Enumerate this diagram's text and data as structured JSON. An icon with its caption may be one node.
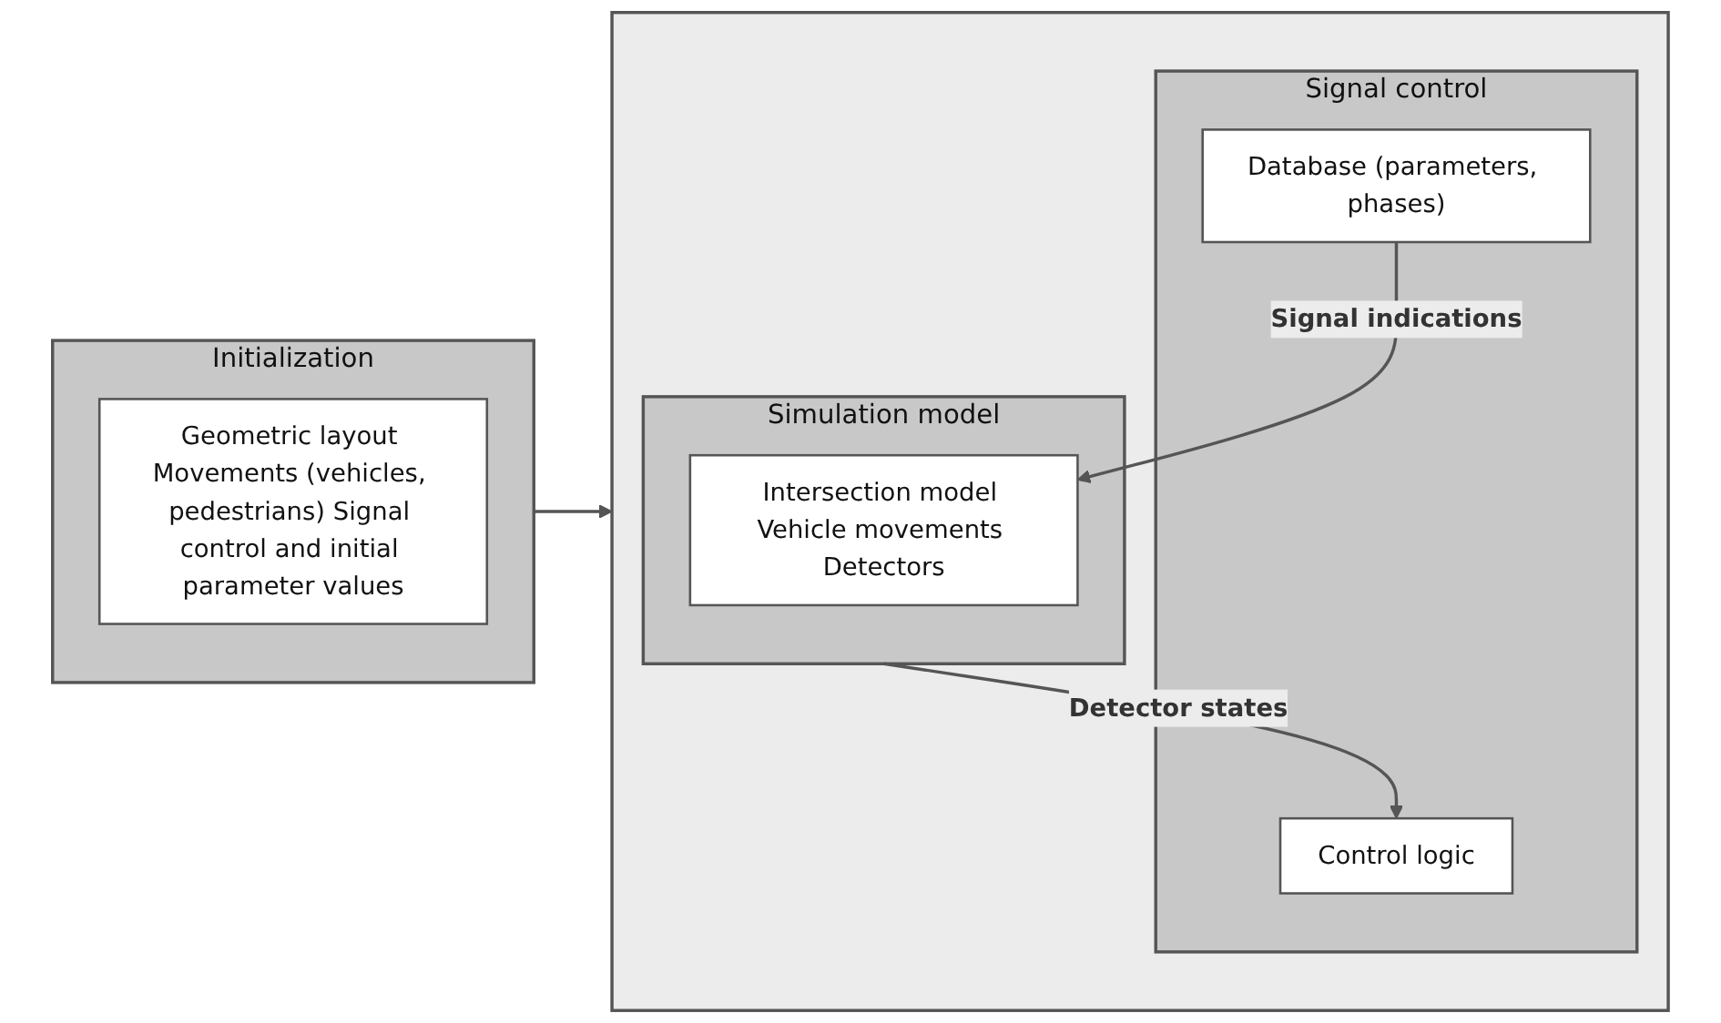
{
  "diagram": {
    "nodes": [
      {
        "text": [
          "Initialization"
        ]
      },
      {
        "text": [
          "Geometric layout Movements (vehicles, pedestrians) Signal control and initial parameter values"
        ],
        "in": 0
      },
      {
        "text": [],
        "shape": "box"
      },
      {
        "text": [
          "Signal control"
        ],
        "in": 2
      },
      {
        "text": [
          "Database (parameters, phases)"
        ],
        "in": 3
      },
      {
        "text": [
          "Control logic"
        ],
        "in": 3
      },
      {
        "text": [
          "Simulation model"
        ],
        "in": 2
      },
      {
        "text": [
          "Intersection model Vehicle movements Detectors"
        ],
        "in": 6
      }
    ],
    "edges": [
      {
        "from": 0,
        "to": 2,
        "arrow": "to"
      },
      {
        "from": 4,
        "to": 7,
        "label": "Signal indications",
        "arrow": "to"
      },
      {
        "from": 6,
        "to": 5,
        "label": "Detector states",
        "arrow": "to"
      }
    ]
  }
}
